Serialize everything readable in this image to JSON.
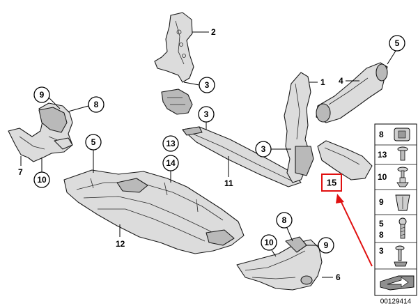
{
  "diagram": {
    "reference_number": "00129414",
    "highlighted_part": "15",
    "callouts": {
      "part_2_top": "2",
      "part_3_upper": "3",
      "part_9_left": "9",
      "part_8_left": "8",
      "part_7": "7",
      "part_10_left": "10",
      "part_5_left": "5",
      "part_13": "13",
      "part_14": "14",
      "part_12": "12",
      "part_3_mid": "3",
      "part_11": "11",
      "part_1": "1",
      "part_3_right": "3",
      "part_4": "4",
      "part_5_right": "5",
      "part_8_bottom": "8",
      "part_10_bottom": "10",
      "part_9_bottom": "9",
      "part_6": "6"
    },
    "legend": [
      {
        "number": "8",
        "icon": "clip-nut-icon"
      },
      {
        "number": "13",
        "icon": "screw-icon"
      },
      {
        "number": "10",
        "icon": "expanding-rivet-icon"
      },
      {
        "number": "9",
        "icon": "spreading-nut-icon"
      },
      {
        "number": "5\n8",
        "icon": "bolt-icon"
      },
      {
        "number": "3",
        "icon": "push-rivet-icon"
      },
      {
        "number": "",
        "icon": "arrow-shim-icon"
      }
    ],
    "legend_labels": {
      "row1": "8",
      "row2": "13",
      "row3": "10",
      "row4": "9",
      "row5a": "5",
      "row5b": "8",
      "row6": "3"
    },
    "colors": {
      "highlight": "#e01010",
      "part_fill": "#dcdcdc",
      "line": "#1a1a1a"
    }
  }
}
